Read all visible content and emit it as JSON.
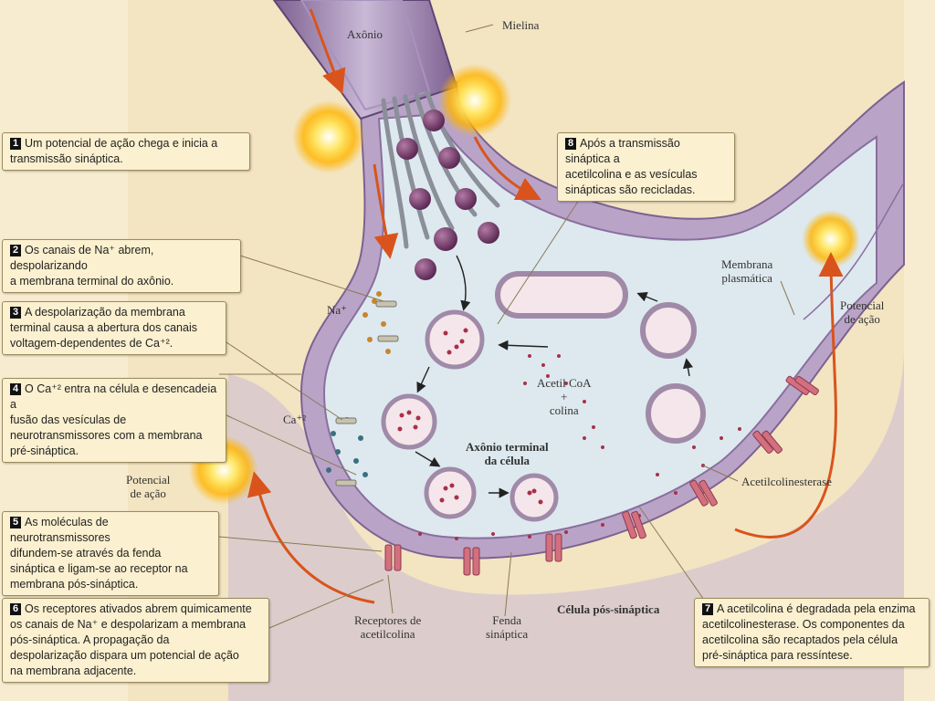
{
  "boxes": [
    {
      "num": "1",
      "lines": [
        "Um potencial de ação chega e inicia a",
        "transmissão sináptica."
      ]
    },
    {
      "num": "2",
      "lines": [
        "Os canais de Na⁺ abrem, despolarizando",
        "a membrana terminal do axônio."
      ]
    },
    {
      "num": "3",
      "lines": [
        "A despolarização da membrana",
        "terminal causa a abertura dos canais",
        "voltagem-dependentes de Ca⁺²."
      ]
    },
    {
      "num": "4",
      "lines": [
        "O Ca⁺² entra na célula e desencadeia a",
        "fusão das vesículas de",
        "neurotransmissores com a membrana",
        "pré-sináptica."
      ]
    },
    {
      "num": "5",
      "lines": [
        "As moléculas de neurotransmissores",
        "difundem-se através da fenda",
        "sináptica e ligam-se ao receptor na",
        "membrana pós-sináptica."
      ]
    },
    {
      "num": "6",
      "lines": [
        "Os receptores ativados abrem quimicamente",
        "os canais de Na⁺ e despolarizam a membrana",
        "pós-sináptica. A propagação da",
        "despolarização dispara um potencial de ação",
        "na membrana adjacente."
      ]
    },
    {
      "num": "7",
      "lines": [
        "A acetilcolina é degradada pela enzima",
        "acetilcolinesterase. Os componentes da",
        "acetilcolina são recaptados pela célula",
        "pré-sináptica para ressíntese."
      ]
    },
    {
      "num": "8",
      "lines": [
        "Após a transmissão sináptica a",
        "acetilcolina e as vesículas",
        "sinápticas são recicladas."
      ]
    }
  ],
  "labels": {
    "axonio": "Axônio",
    "mielina": "Mielina",
    "membrana_plasmatica_1": "Membrana",
    "membrana_plasmatica_2": "plasmática",
    "potencial_right_1": "Potencial",
    "potencial_right_2": "de ação",
    "potencial_left_1": "Potencial",
    "potencial_left_2": "de ação",
    "na": "Na⁺",
    "ca": "Ca⁺²",
    "acetil_coa": "Acetil  CoA",
    "plus": "+",
    "colina": "colina",
    "axonio_terminal_1": "Axônio terminal",
    "axonio_terminal_2": "da célula",
    "acetilcolinesterase": "Acetilcolinesterase",
    "celula_pos": "Célula pós-sináptica",
    "receptores_1": "Receptores de",
    "receptores_2": "acetilcolina",
    "fenda_1": "Fenda",
    "fenda_2": "sináptica"
  },
  "colors": {
    "background": "#f7ecd0",
    "membrane": "#b9a4c8",
    "membrane_dark": "#8a6f9e",
    "cytoplasm": "#dde9ef",
    "vesicle": "#7a3d6e",
    "neurotransmitter": "#a83048",
    "arrow_orange": "#d9541c",
    "box_fill": "#fbf0cf"
  }
}
